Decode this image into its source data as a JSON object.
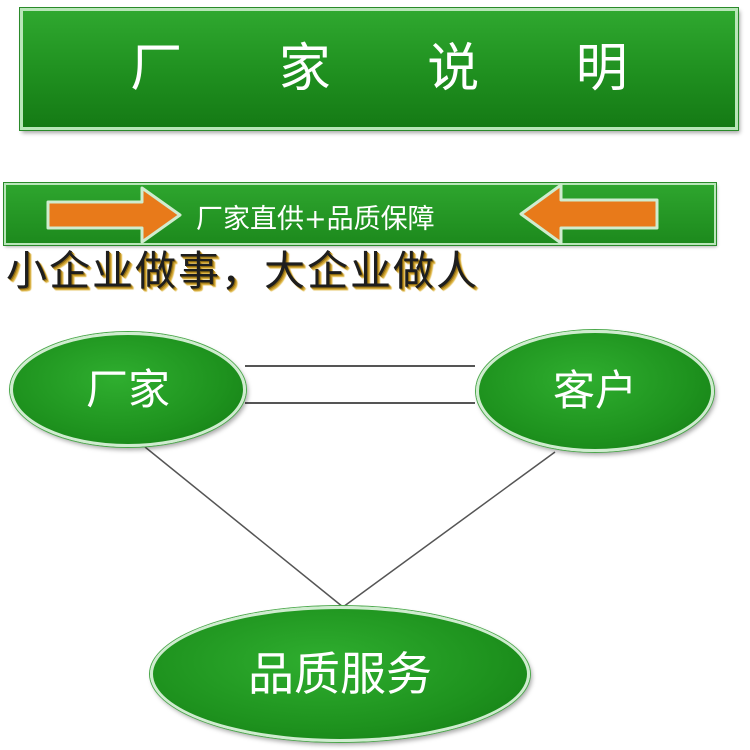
{
  "title_banner": {
    "text": "厂 家 说 明"
  },
  "sub_banner": {
    "text": "厂家直供+品质保障"
  },
  "slogan": {
    "text": "小企业做事，大企业做人"
  },
  "nodes": {
    "manufacturer": {
      "label": "厂家"
    },
    "customer": {
      "label": "客户"
    },
    "quality_service": {
      "label": "品质服务"
    }
  },
  "colors": {
    "banner_green": "#1f8f1f",
    "arrow_orange": "#e87a1a",
    "link_line": "#555555",
    "slogan_gold": "#c79a2a"
  }
}
